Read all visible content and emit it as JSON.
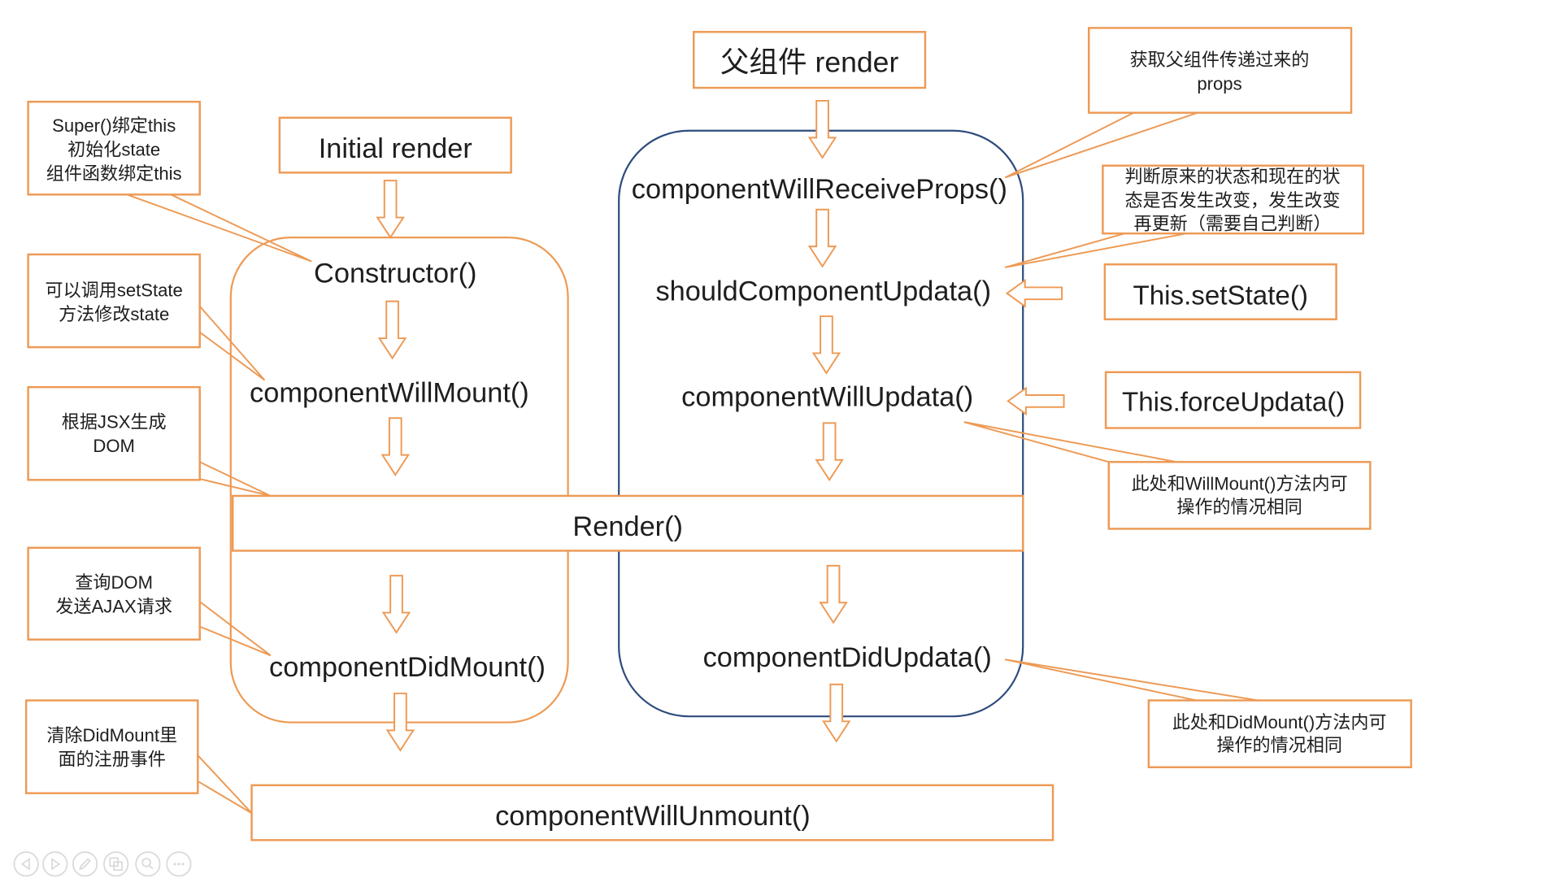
{
  "slide": {
    "parent_render": "父组件 render",
    "initial_render": "Initial render",
    "constructor_fn": "Constructor()",
    "component_will_mount": "componentWillMount()",
    "render": "Render()",
    "component_did_mount": "componentDidMount()",
    "component_will_unmount": "componentWillUnmount()",
    "component_will_receive_props": "componentWillReceiveProps()",
    "should_component_update": "shouldComponentUpdata()",
    "component_will_update": "componentWillUpdata()",
    "component_did_update": "componentDidUpdata()",
    "set_state": "This.setState()",
    "force_update": "This.forceUpdata()"
  },
  "notes": {
    "constructor_note": [
      "Super()绑定this",
      "初始化state",
      "组件函数绑定this"
    ],
    "will_mount_note": [
      "可以调用setState",
      "方法修改state"
    ],
    "render_note": [
      "根据JSX生成",
      "DOM"
    ],
    "did_mount_note": [
      "查询DOM",
      "发送AJAX请求"
    ],
    "will_unmount_note": [
      "清除DidMount里",
      "面的注册事件"
    ],
    "receive_props_note": [
      "获取父组件传递过来的",
      "props"
    ],
    "should_update_note": [
      "判断原来的状态和现在的状",
      "态是否发生改变，发生改变",
      "再更新（需要自己判断）"
    ],
    "will_update_note": [
      "此处和WillMount()方法内可",
      "操作的情况相同"
    ],
    "did_update_note": [
      "此处和DidMount()方法内可",
      "操作的情况相同"
    ]
  },
  "colors": {
    "accent_orange": "#ED9A55",
    "update_blue": "#2F4C7E",
    "text": "#1E1E1E",
    "control_gray": "#D9D9D9"
  },
  "presentation_controls": {
    "icons": [
      "previous-icon",
      "next-icon",
      "pen-icon",
      "slides-icon",
      "zoom-icon",
      "more-icon"
    ]
  }
}
